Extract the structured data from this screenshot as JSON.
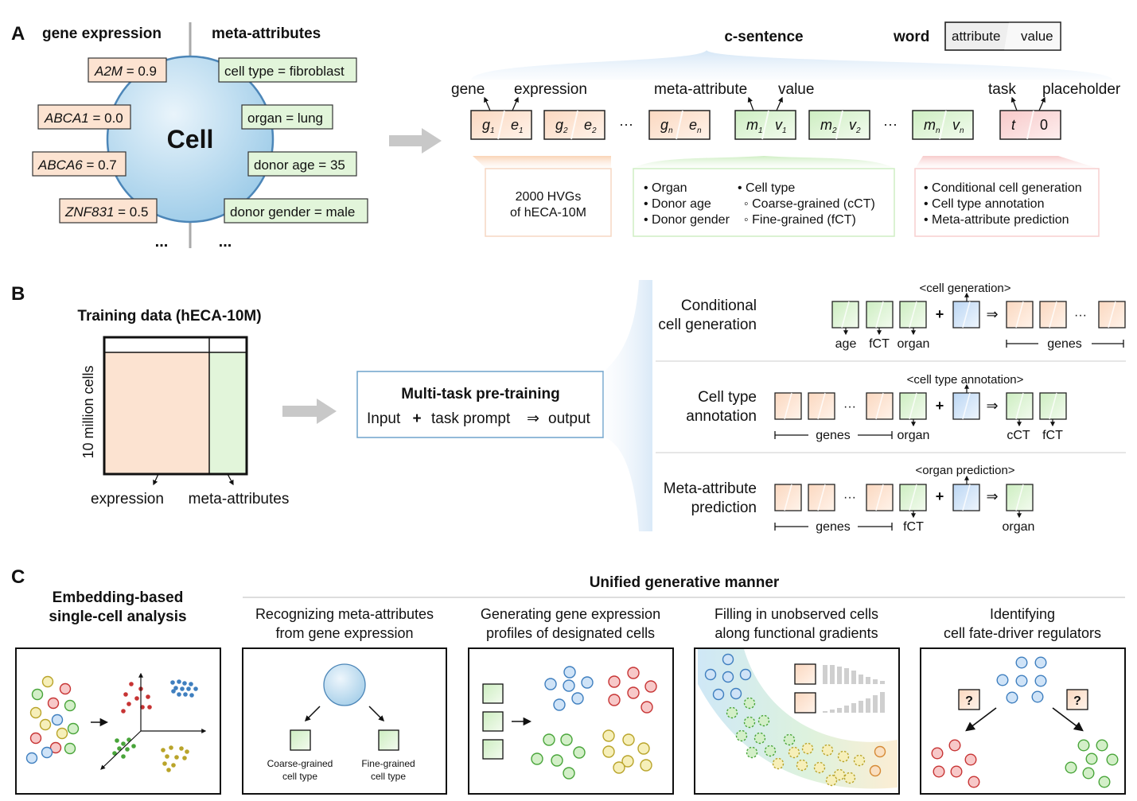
{
  "panelA": {
    "letter": "A",
    "gene_expression_title": "gene expression",
    "meta_attributes_title": "meta-attributes",
    "cell_label": "Cell",
    "gene_tags": [
      {
        "gene": "A2M",
        "rest": " = 0.9"
      },
      {
        "gene": "ABCA1",
        "rest": " = 0.0"
      },
      {
        "gene": "ABCA6",
        "rest": " = 0.7"
      },
      {
        "gene": "ZNF831",
        "rest": " = 0.5"
      }
    ],
    "meta_tags": [
      "cell type = fibroblast",
      "organ = lung",
      "donor age = 35",
      "donor gender = male"
    ],
    "ellipsis": "...",
    "c_sentence_title": "c-sentence",
    "word_label": "word",
    "word_attribute": "attribute",
    "word_value": "value",
    "labels": {
      "gene": "gene",
      "expression": "expression",
      "meta_attribute": "meta-attribute",
      "value": "value",
      "task": "task",
      "placeholder": "placeholder"
    },
    "dots": "···",
    "token_pairs": [
      {
        "a": "g",
        "as": "1",
        "b": "e",
        "bs": "1",
        "kind": "gene"
      },
      {
        "a": "g",
        "as": "2",
        "b": "e",
        "bs": "2",
        "kind": "gene"
      },
      {
        "a": "g",
        "as": "n",
        "b": "e",
        "bs": "n",
        "kind": "gene"
      },
      {
        "a": "m",
        "as": "1",
        "b": "v",
        "bs": "1",
        "kind": "meta"
      },
      {
        "a": "m",
        "as": "2",
        "b": "v",
        "bs": "2",
        "kind": "meta"
      },
      {
        "a": "m",
        "as": "n",
        "b": "v",
        "bs": "n",
        "kind": "meta"
      },
      {
        "a": "t",
        "as": "",
        "b": "0",
        "bs": "",
        "kind": "task"
      }
    ],
    "hvg_box": [
      "2000 HVGs",
      "of hECA-10M"
    ],
    "meta_box_col1": [
      "• Organ",
      "• Donor age",
      "• Donor gender"
    ],
    "meta_box_col2": [
      "• Cell type",
      "◦ Coarse-grained (cCT)",
      "◦ Fine-grained (fCT)"
    ],
    "task_box": [
      "• Conditional cell generation",
      "• Cell type annotation",
      "• Meta-attribute prediction"
    ]
  },
  "panelB": {
    "letter": "B",
    "training_title": "Training data (hECA-10M)",
    "y_label": "10 million cells",
    "x_label_expression": "expression",
    "x_label_meta": "meta-attributes",
    "pretraining_title": "Multi-task pre-training",
    "pretraining_input": "Input",
    "pretraining_plus": "+",
    "pretraining_prompt": "task prompt",
    "pretraining_arrow": "⇒",
    "pretraining_output": "output",
    "tasks": [
      {
        "name": [
          "Conditional",
          "cell generation"
        ],
        "prompt": "<cell generation>",
        "inputs": [
          "age",
          "fCT",
          "organ"
        ],
        "outputs_label": "genes"
      },
      {
        "name": [
          "Cell type",
          "annotation"
        ],
        "prompt": "<cell type annotation>",
        "inputs_label": "genes",
        "input_extra": "organ",
        "outputs": [
          "cCT",
          "fCT"
        ]
      },
      {
        "name": [
          "Meta-attribute",
          "prediction"
        ],
        "prompt": "<organ prediction>",
        "inputs_label": "genes",
        "input_extra": "fCT",
        "outputs": [
          "organ"
        ]
      }
    ],
    "plus": "+",
    "implies": "⇒",
    "dots": "···"
  },
  "panelC": {
    "letter": "C",
    "unified_title": "Unified generative manner",
    "embedding_title": [
      "Embedding-based",
      "single-cell analysis"
    ],
    "sub_titles": [
      [
        "Recognizing meta-attributes",
        "from gene expression"
      ],
      [
        "Generating gene expression",
        "profiles of designated cells"
      ],
      [
        "Filling in unobserved cells",
        "along functional gradients"
      ],
      [
        "Identifying",
        "cell fate-driver regulators"
      ]
    ],
    "coarse_label": [
      "Coarse-grained",
      "cell type"
    ],
    "fine_label": [
      "Fine-grained",
      "cell type"
    ],
    "question": "?"
  },
  "colors": {
    "gene_fill": "#fce3d1",
    "meta_fill": "#e2f5da",
    "task_fill": "#fadada",
    "prompt_fill": "#d6e6f8",
    "cell_blue": "#a9d2ec",
    "gray_arrow": "#c8c8c8"
  }
}
